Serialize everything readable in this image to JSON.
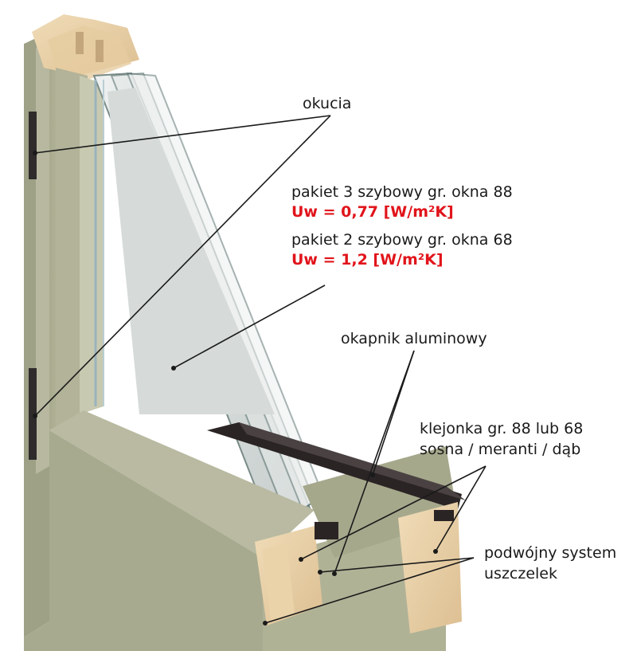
{
  "labels": {
    "okucia": "okucia",
    "pakiet3_title": "pakiet 3 szybowy gr. okna 88",
    "pakiet3_uw": "Uw = 0,77 [W/m²K]",
    "pakiet2_title": "pakiet 2 szybowy gr. okna 68",
    "pakiet2_uw": "Uw = 1,2 [W/m²K]",
    "okapnik": "okapnik aluminowy",
    "klejonka_line1": "klejonka gr. 88 lub 68",
    "klejonka_line2": "sosna / meranti / dąb",
    "uszczelki_line1": "podwójny system",
    "uszczelki_line2": "uszczelek"
  },
  "colors": {
    "uw_value": "#e1141b",
    "frame_paint": "#b4b59c",
    "wood_section": "#e8cfa6",
    "glass": "#dfe5e4",
    "drip_cap": "#2b2424",
    "leader_line": "#1a1a1a"
  }
}
